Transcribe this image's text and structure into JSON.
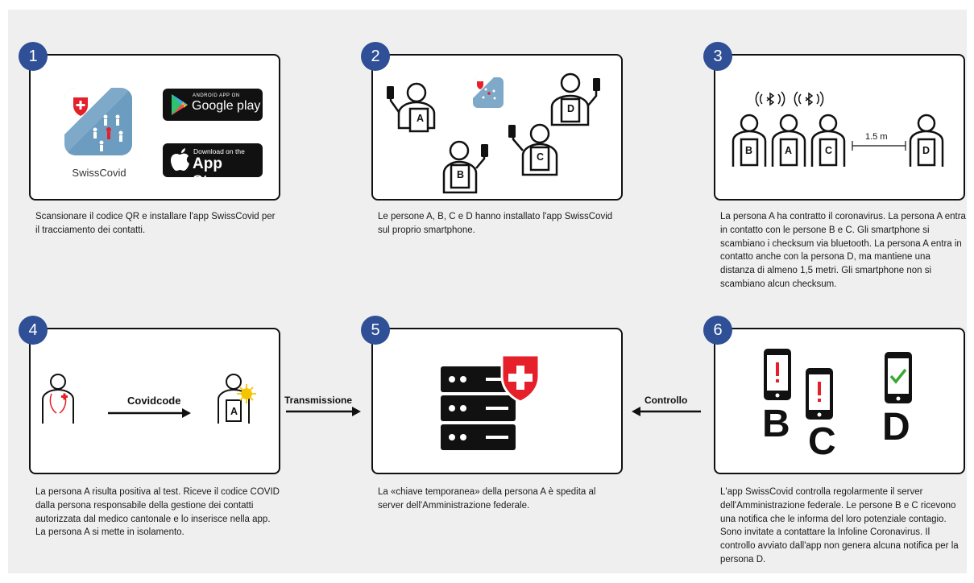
{
  "steps": [
    {
      "number": "1",
      "caption": "Scansionare il codice QR e installare l'app SwissCovid per il tracciamento dei contatti.",
      "app_name": "SwissCovid",
      "google_small": "ANDROID APP ON",
      "google_big": "Google play",
      "apple_small": "Download on the",
      "apple_big": "App Store"
    },
    {
      "number": "2",
      "caption": "Le persone A, B, C e D hanno installato l'app SwissCovid sul proprio smartphone.",
      "persons": [
        "A",
        "B",
        "C",
        "D"
      ]
    },
    {
      "number": "3",
      "caption": "La persona A ha contratto il coronavirus. La persona A entra in contatto con le persone B e C. Gli smartphone si scambiano i checksum via bluetooth. La persona A entra in contatto anche con la persona D, ma mantiene una distanza di almeno 1,5 metri. Gli smartphone non si scambiano alcun checksum.",
      "persons": [
        "B",
        "A",
        "C",
        "D"
      ],
      "distance": "1.5 m"
    },
    {
      "number": "4",
      "caption": "La persona A risulta positiva al test. Riceve il codice COVID dalla persona responsabile della gestione dei contatti autorizzata dal medico cantonale e lo inserisce nella app. La persona A si mette in isolamento.",
      "arrow_label": "Covidcode",
      "person": "A"
    },
    {
      "number": "5",
      "caption": "La «chiave temporanea» della persona A è spedita al server dell'Amministrazione federale."
    },
    {
      "number": "6",
      "caption": "L'app SwissCovid controlla regolarmente il server dell'Amministrazione federale. Le persone B e C ricevono una notifica che le informa del loro potenziale contagio. Sono invitate a contattare la Infoline Coronavirus. Il controllo avviato dall'app non genera alcuna notifica per la persona D.",
      "persons": [
        "B",
        "C",
        "D"
      ]
    }
  ],
  "connectors": {
    "transmission": "Transmissione",
    "control": "Controllo"
  },
  "colors": {
    "badge": "#2f4f96",
    "swiss_red": "#e5202a",
    "app_blue": "#7fa9c9",
    "check_green": "#3aa832",
    "virus_yellow": "#f5c400"
  }
}
